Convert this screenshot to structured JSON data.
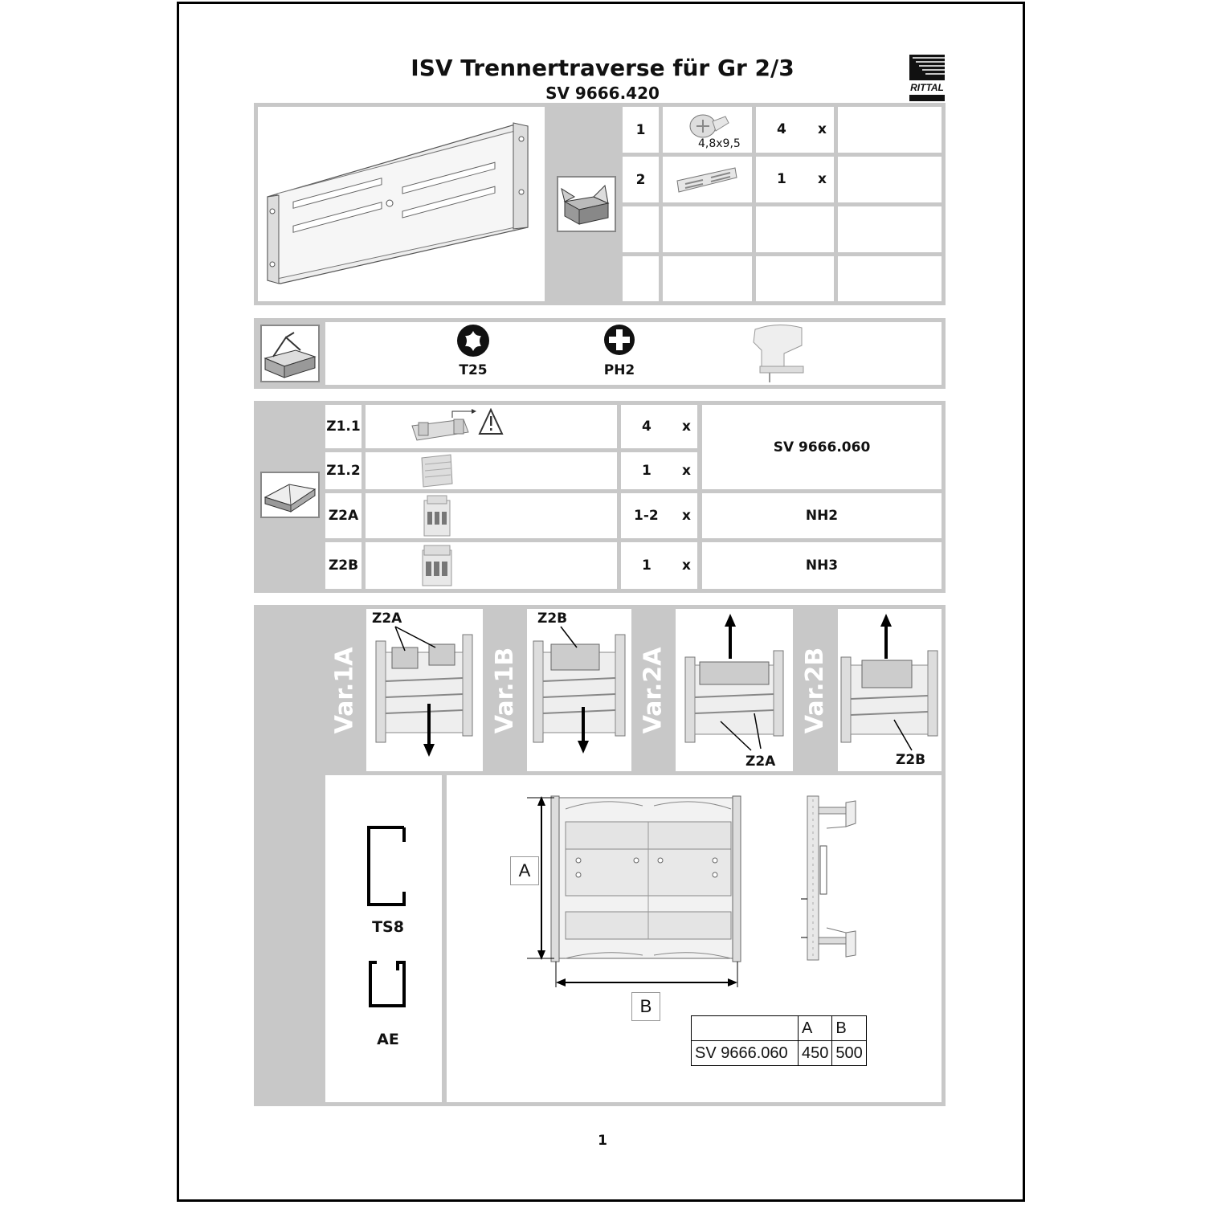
{
  "header": {
    "title": "ISV Trennertraverse für Gr 2/3",
    "subtitle": "SV 9666.420",
    "logo_text": "RITTAL"
  },
  "parts": [
    {
      "num": "1",
      "size_label": "4,8x9,5",
      "qty": "4",
      "x": "x"
    },
    {
      "num": "2",
      "size_label": "",
      "qty": "1",
      "x": "x"
    }
  ],
  "tools": [
    {
      "icon": "torx-icon",
      "label": "T25"
    },
    {
      "icon": "phillips-icon",
      "label": "PH2"
    }
  ],
  "accessories": [
    {
      "code": "Z1.1",
      "qty": "4",
      "x": "x"
    },
    {
      "code": "Z1.2",
      "qty": "1",
      "x": "x"
    },
    {
      "code": "Z2A",
      "qty": "1-2",
      "x": "x",
      "ref": "NH2"
    },
    {
      "code": "Z2B",
      "qty": "1",
      "x": "x",
      "ref": "NH3"
    }
  ],
  "accessory_ref_merged": "SV 9666.060",
  "variants": [
    {
      "label": "Var.1A",
      "tag": "Z2A"
    },
    {
      "label": "Var.1B",
      "tag": "Z2B"
    },
    {
      "label": "Var.2A",
      "tag": "Z2A"
    },
    {
      "label": "Var.2B",
      "tag": "Z2B"
    }
  ],
  "profiles": [
    {
      "label": "TS8"
    },
    {
      "label": "AE"
    }
  ],
  "dimensions": {
    "a_label": "A",
    "b_label": "B",
    "table_header": [
      "",
      "A",
      "B"
    ],
    "table_row": [
      "SV 9666.060",
      "450",
      "500"
    ]
  },
  "page_number": "1",
  "colors": {
    "panel_gray": "#c8c8c8",
    "line": "#000000"
  }
}
